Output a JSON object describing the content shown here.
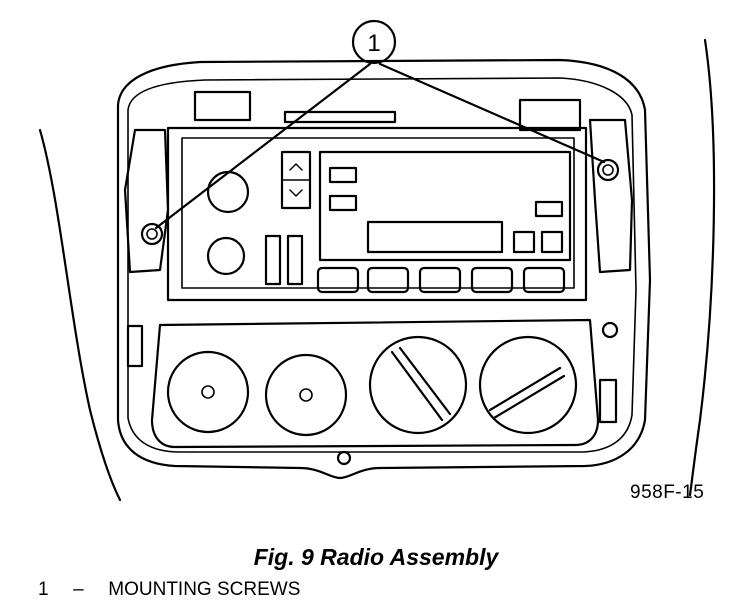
{
  "diagram": {
    "callout_number": "1",
    "figure_id": "958F-15",
    "caption": "Fig. 9 Radio Assembly"
  },
  "legend": [
    {
      "number": "1",
      "separator": "–",
      "label": "MOUNTING SCREWS"
    }
  ]
}
